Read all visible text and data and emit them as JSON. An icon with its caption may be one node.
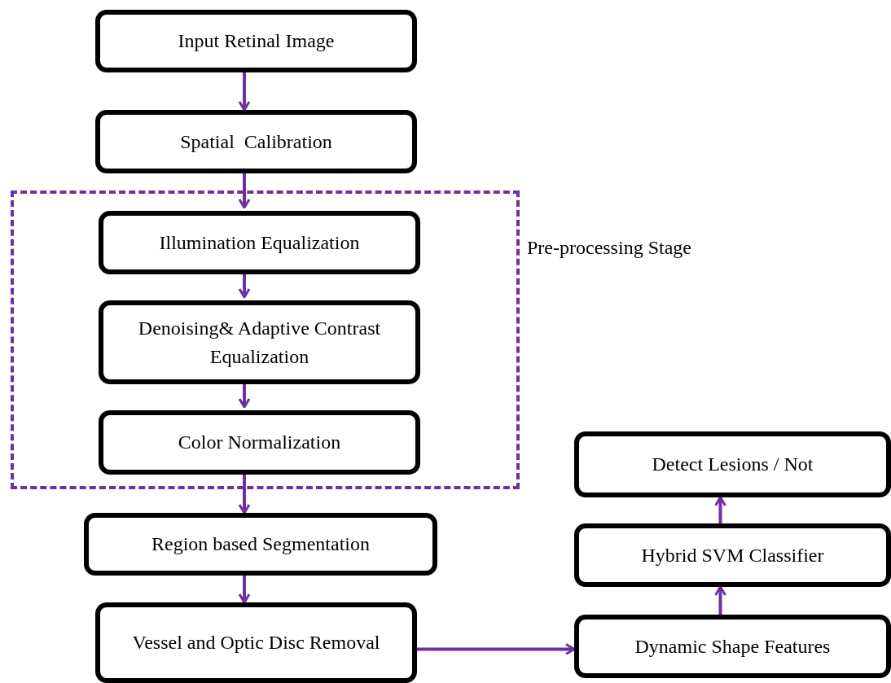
{
  "diagram": {
    "nodes": [
      {
        "text": [
          "Input Retinal Image"
        ]
      },
      {
        "text": [
          "Spatial  Calibration"
        ]
      },
      {
        "text": [
          "Pre-processing Stage"
        ]
      },
      {
        "text": [
          "Illumination Equalization"
        ],
        "in": 2
      },
      {
        "text": [
          "Denoising& Adaptive Contrast Equalization"
        ],
        "in": 2
      },
      {
        "text": [
          "Color Normalization"
        ],
        "in": 2
      },
      {
        "text": [
          "Region based Segmentation"
        ]
      },
      {
        "text": [
          "Vessel and Optic Disc Removal"
        ]
      },
      {
        "text": [
          "Dynamic Shape Features"
        ]
      },
      {
        "text": [
          "Hybrid SVM Classifier"
        ]
      },
      {
        "text": [
          "Detect Lesions / Not"
        ]
      }
    ],
    "edges": [
      {
        "from": 0,
        "to": 1,
        "arrow": "to"
      },
      {
        "from": 1,
        "to": 3,
        "arrow": "to"
      },
      {
        "from": 3,
        "to": 4,
        "arrow": "to"
      },
      {
        "from": 4,
        "to": 5,
        "arrow": "to"
      },
      {
        "from": 5,
        "to": 6,
        "arrow": "to"
      },
      {
        "from": 6,
        "to": 7,
        "arrow": "to"
      },
      {
        "from": 7,
        "to": 8,
        "arrow": "to"
      },
      {
        "from": 8,
        "to": 9,
        "arrow": "to"
      },
      {
        "from": 9,
        "to": 10,
        "arrow": "to"
      }
    ]
  }
}
